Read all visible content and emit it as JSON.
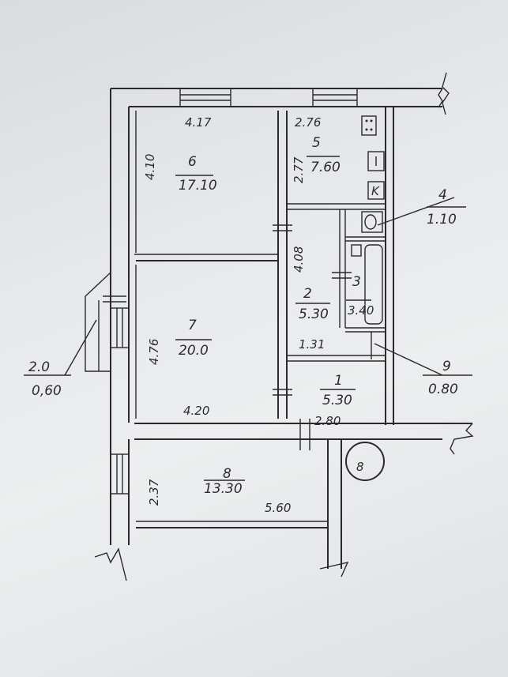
{
  "rooms": [
    {
      "num": "6",
      "area": "17.10"
    },
    {
      "num": "5",
      "area": "7.60"
    },
    {
      "num": "7",
      "area": "20.0"
    },
    {
      "num": "2",
      "area": "5.30"
    },
    {
      "num": "3",
      "area": "3.40"
    },
    {
      "num": "1",
      "area": "5.30"
    },
    {
      "num": "8",
      "area": "13.30"
    }
  ],
  "dimensions": {
    "r6_width": "4.17",
    "r6_depth": "4.10",
    "r5_width": "2.76",
    "r5_depth": "2.77",
    "r2_depth": "4.08",
    "r2_width": "1.31",
    "r7_depth": "4.76",
    "r7_width": "4.20",
    "r1_width": "2.80",
    "r8_depth": "2.37",
    "r8_width": "5.60"
  },
  "callouts": {
    "wc": {
      "num": "4",
      "area": "1.10"
    },
    "closet": {
      "num": "9",
      "area": "0.80"
    },
    "balcony": {
      "num": "2.0",
      "area": "0,60"
    }
  },
  "circle_label": "8",
  "kitchen_mark": "K"
}
